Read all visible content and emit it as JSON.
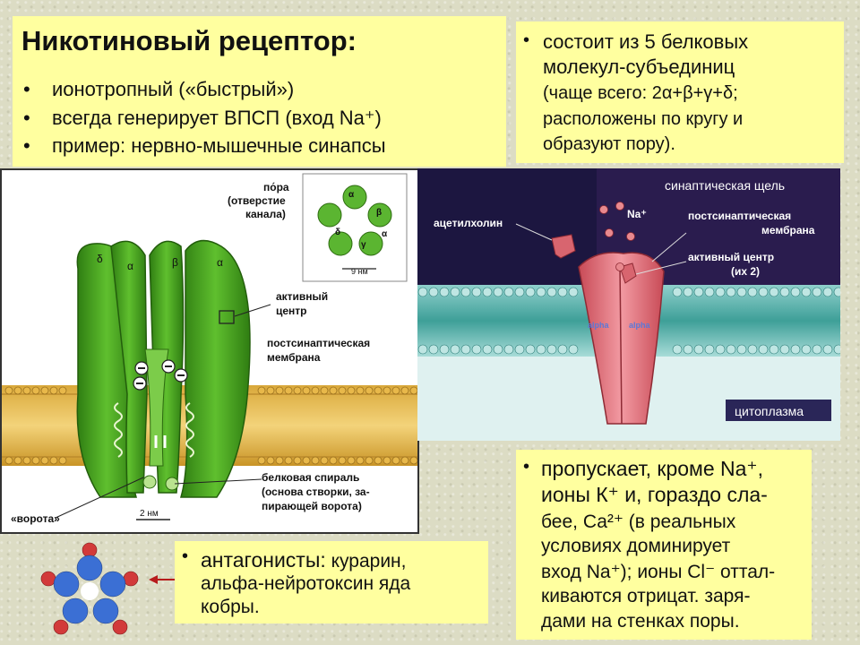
{
  "title": "Никотиновый рецептор:",
  "props": [
    "ионотропный («быстрый»)",
    "всегда генерирует ВПСП (вход Na⁺)",
    "пример: нервно-мышечные синапсы"
  ],
  "structure_lines": [
    "состоит из 5 белковых",
    "молекул-субъединиц",
    "(чаще всего: 2α+β+γ+δ;",
    "расположены по кругу и",
    "образуют пору)."
  ],
  "left_diagram": {
    "pore_label": [
      "по́ра",
      "(отверстие",
      "канала)"
    ],
    "active_center": [
      "активный",
      "центр"
    ],
    "membrane": [
      "постсинаптическая",
      "мембрана"
    ],
    "spiral": [
      "белковая спираль",
      "(основа створки, за-",
      "пирающей ворота)"
    ],
    "gate": "«ворота»",
    "scale_big": "2 нм",
    "scale_small": "9 нм",
    "sub_top": [
      "δ",
      "α",
      "β",
      "α"
    ],
    "ring": [
      "α",
      "β",
      "α",
      "γ",
      "δ"
    ]
  },
  "right_diagram": {
    "cleft": "синаптическая щель",
    "na": "Na⁺",
    "ach": "ацетилхолин",
    "membrane": [
      "постсинаптическая",
      "мембрана"
    ],
    "active": [
      "активный центр",
      "(их 2)"
    ],
    "alpha": [
      "alpha",
      "alpha"
    ],
    "cytoplasm": "цитоплазма"
  },
  "antagonists": {
    "lead": "антагонисты:",
    "rest": "курарин,",
    "line2": "альфа-нейротоксин яда",
    "line3": "кобры."
  },
  "ions_lines": [
    "пропускает, кроме Na⁺,",
    "ионы К⁺ и, гораздо сла-",
    "бее, Са²⁺ (в реальных",
    "условиях доминирует",
    "вход Na⁺); ионы Сl⁻ оттал-",
    "киваются отрицат. заря-",
    "дами на стенках поры."
  ],
  "colors": {
    "box": "#ffff9f",
    "receptor_green": "#3f9b1c",
    "receptor_red": "#d96a74",
    "dark_panel": "#1c1640"
  }
}
